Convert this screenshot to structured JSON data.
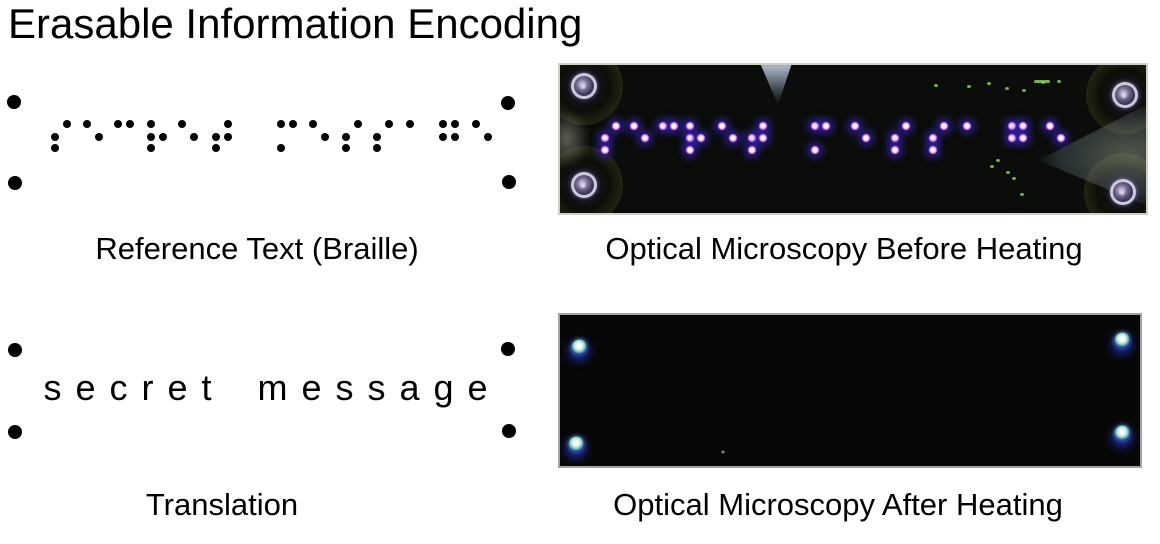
{
  "title": "Erasable Information Encoding",
  "panels": {
    "braille_reference": {
      "caption": "Reference Text (Braille)",
      "braille": {
        "decoded_text": "secret message",
        "cells": [
          {
            "char": "s",
            "dots": [
              2,
              3,
              4
            ]
          },
          {
            "char": "e",
            "dots": [
              1,
              5
            ]
          },
          {
            "char": "c",
            "dots": [
              1,
              4
            ]
          },
          {
            "char": "r",
            "dots": [
              1,
              2,
              3,
              5
            ]
          },
          {
            "char": "e",
            "dots": [
              1,
              5
            ]
          },
          {
            "char": "t",
            "dots": [
              2,
              3,
              4,
              5
            ]
          },
          {
            "char": " ",
            "dots": []
          },
          {
            "char": "m",
            "dots": [
              1,
              3,
              4
            ]
          },
          {
            "char": "e",
            "dots": [
              1,
              5
            ]
          },
          {
            "char": "s",
            "dots": [
              2,
              3,
              4
            ]
          },
          {
            "char": "s",
            "dots": [
              2,
              3,
              4
            ]
          },
          {
            "char": "a",
            "dots": [
              1
            ]
          },
          {
            "char": "g",
            "dots": [
              1,
              2,
              4,
              5
            ]
          },
          {
            "char": "e",
            "dots": [
              1,
              5
            ]
          }
        ]
      },
      "alignment_marker_count": 4
    },
    "microscopy_before": {
      "caption": "Optical Microscopy Before Heating",
      "content": "glowing braille dot pattern with four ring alignment markers"
    },
    "translation": {
      "caption": "Translation",
      "text": "secret message",
      "alignment_marker_count": 4
    },
    "microscopy_after": {
      "caption": "Optical Microscopy After Heating",
      "content": "dark field, braille erased, only four corner markers remain"
    }
  },
  "colors": {
    "background": "#ffffff",
    "text": "#000000",
    "micro_before_background": "#0a0d09",
    "micro_after_background": "#070707",
    "braille_glow_blue": "#5a3ae0",
    "braille_glow_magenta": "#e26fd2",
    "braille_dot_core": "#ffffff",
    "marker_ring": "#d8d5e5",
    "speckle_green": "#86d24f",
    "after_marker_teal": "#8fd6c4",
    "after_marker_halo": "#2a3ee8"
  }
}
